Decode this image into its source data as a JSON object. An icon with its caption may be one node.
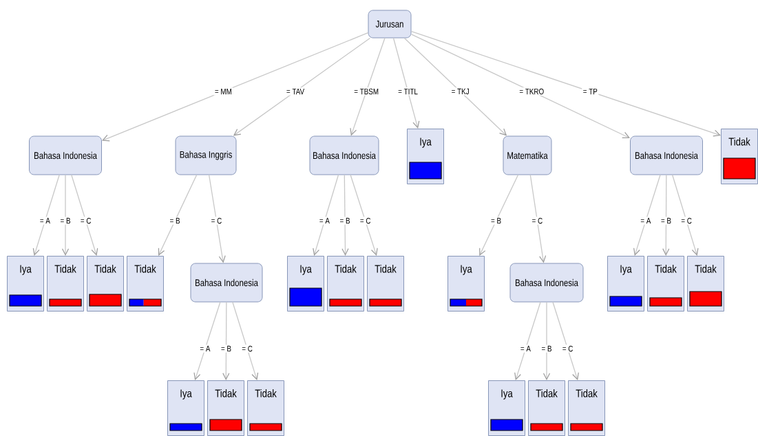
{
  "diagram": {
    "nodes": [
      {
        "text": [
          "Jurusan"
        ]
      },
      {
        "text": [
          "Bahasa Indonesia"
        ]
      },
      {
        "text": [
          "Bahasa Inggris"
        ]
      },
      {
        "text": [
          "Bahasa Indonesia"
        ]
      },
      {
        "text": [
          "Iya"
        ]
      },
      {
        "text": [
          "Matematika"
        ]
      },
      {
        "text": [
          "Bahasa Indonesia"
        ]
      },
      {
        "text": [
          "Tidak"
        ]
      },
      {
        "text": [
          "Iya"
        ]
      },
      {
        "text": [
          "Tidak"
        ]
      },
      {
        "text": [
          "Tidak"
        ]
      },
      {
        "text": [
          "Tidak"
        ]
      },
      {
        "text": [
          "Bahasa Indonesia"
        ]
      },
      {
        "text": [
          "Iya"
        ]
      },
      {
        "text": [
          "Tidak"
        ]
      },
      {
        "text": [
          "Tidak"
        ]
      },
      {
        "text": [
          "Iya"
        ]
      },
      {
        "text": [
          "Bahasa Indonesia"
        ]
      },
      {
        "text": [
          "Iya"
        ]
      },
      {
        "text": [
          "Tidak"
        ]
      },
      {
        "text": [
          "Tidak"
        ]
      },
      {
        "text": [
          "Iya"
        ]
      },
      {
        "text": [
          "Tidak"
        ]
      },
      {
        "text": [
          "Tidak"
        ]
      },
      {
        "text": [
          "Iya"
        ]
      },
      {
        "text": [
          "Tidak"
        ]
      },
      {
        "text": [
          "Tidak"
        ]
      }
    ],
    "edges": [
      {
        "from": 0,
        "to": 1,
        "arrow": "to",
        "label": "= MM"
      },
      {
        "from": 0,
        "to": 2,
        "arrow": "to",
        "label": "= TAV"
      },
      {
        "from": 0,
        "to": 3,
        "arrow": "to",
        "label": "= TBSM"
      },
      {
        "from": 0,
        "to": 4,
        "arrow": "to",
        "label": "= TITL"
      },
      {
        "from": 0,
        "to": 5,
        "arrow": "to",
        "label": "= TKJ"
      },
      {
        "from": 0,
        "to": 6,
        "arrow": "to",
        "label": "= TKRO"
      },
      {
        "from": 0,
        "to": 7,
        "arrow": "to",
        "label": "= TP"
      },
      {
        "from": 1,
        "to": 8,
        "arrow": "to",
        "label": "= A"
      },
      {
        "from": 1,
        "to": 9,
        "arrow": "to",
        "label": "= B"
      },
      {
        "from": 1,
        "to": 10,
        "arrow": "to",
        "label": "= C"
      },
      {
        "from": 2,
        "to": 11,
        "arrow": "to",
        "label": "= B"
      },
      {
        "from": 2,
        "to": 12,
        "arrow": "to",
        "label": "= C"
      },
      {
        "from": 3,
        "to": 13,
        "arrow": "to",
        "label": "= A"
      },
      {
        "from": 3,
        "to": 14,
        "arrow": "to",
        "label": "= B"
      },
      {
        "from": 3,
        "to": 15,
        "arrow": "to",
        "label": "= C"
      },
      {
        "from": 5,
        "to": 16,
        "arrow": "to",
        "label": "= B"
      },
      {
        "from": 5,
        "to": 17,
        "arrow": "to",
        "label": "= C"
      },
      {
        "from": 6,
        "to": 18,
        "arrow": "to",
        "label": "= A"
      },
      {
        "from": 6,
        "to": 19,
        "arrow": "to",
        "label": "= B"
      },
      {
        "from": 6,
        "to": 20,
        "arrow": "to",
        "label": "= C"
      },
      {
        "from": 12,
        "to": 21,
        "arrow": "to",
        "label": "= A"
      },
      {
        "from": 12,
        "to": 22,
        "arrow": "to",
        "label": "= B"
      },
      {
        "from": 12,
        "to": 23,
        "arrow": "to",
        "label": "= C"
      },
      {
        "from": 17,
        "to": 24,
        "arrow": "to",
        "label": "= A"
      },
      {
        "from": 17,
        "to": 25,
        "arrow": "to",
        "label": "= B"
      },
      {
        "from": 17,
        "to": 26,
        "arrow": "to",
        "label": "= C"
      }
    ]
  }
}
